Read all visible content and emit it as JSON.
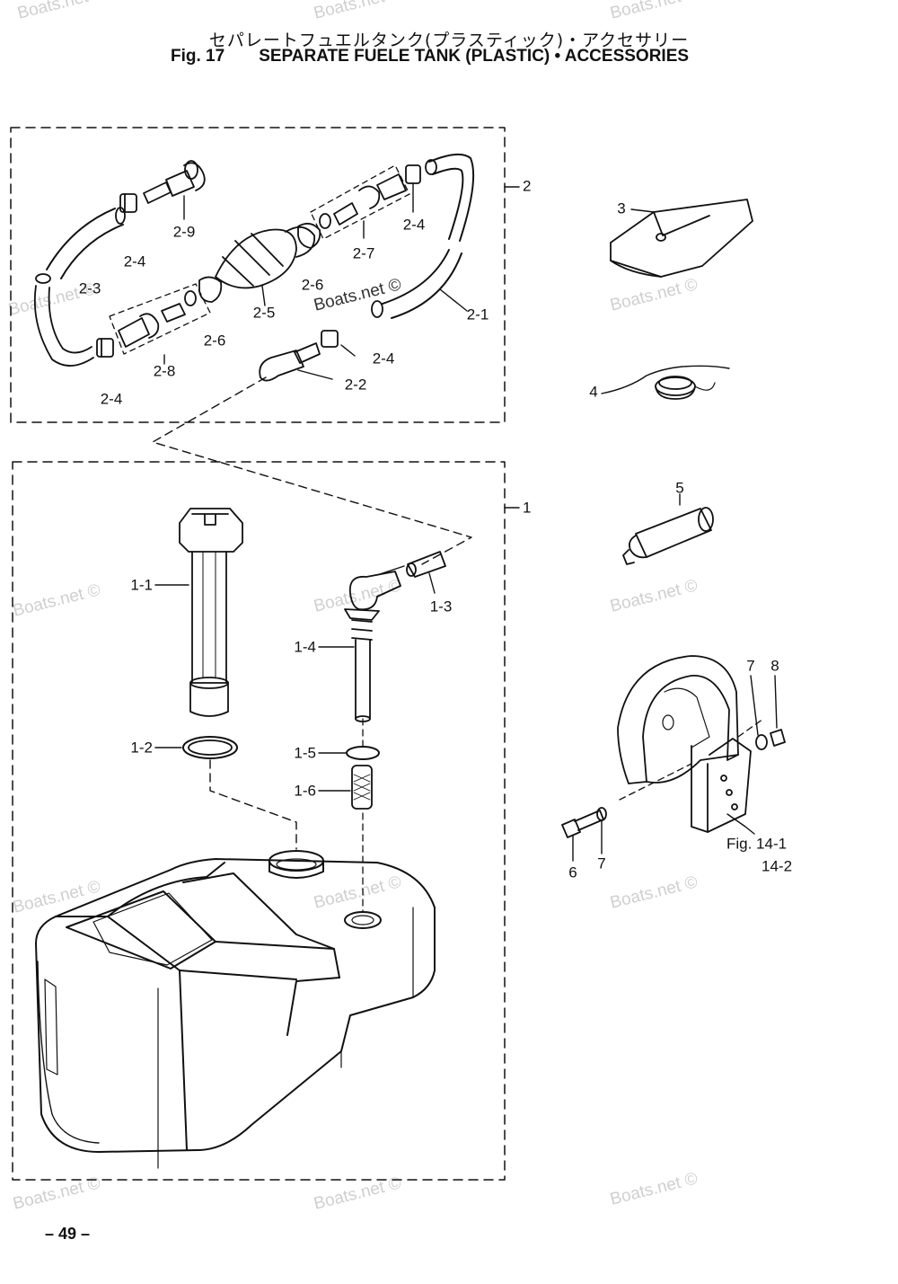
{
  "header": {
    "title_jp": "セパレートフュエルタンク(プラスティック)・アクセサリー",
    "fig_no": "Fig. 17",
    "title_en": "SEPARATE FUELE TANK (PLASTIC) • ACCESSORIES"
  },
  "callouts": {
    "c1": "1",
    "c2": "2",
    "c3": "3",
    "c4": "4",
    "c5": "5",
    "c6": "6",
    "c7a": "7",
    "c7b": "7",
    "c8": "8",
    "c1_1": "1-1",
    "c1_2": "1-2",
    "c1_3": "1-3",
    "c1_4": "1-4",
    "c1_5": "1-5",
    "c1_6": "1-6",
    "c2_1": "2-1",
    "c2_2": "2-2",
    "c2_3": "2-3",
    "c2_4a": "2-4",
    "c2_4b": "2-4",
    "c2_4c": "2-4",
    "c2_4d": "2-4",
    "c2_5": "2-5",
    "c2_6a": "2-6",
    "c2_6b": "2-6",
    "c2_7": "2-7",
    "c2_8": "2-8",
    "c2_9": "2-9",
    "ref_fig": "Fig. 14-1",
    "ref_142": "14-2"
  },
  "watermark": "Boats.net ©",
  "page_number": "– 49 –"
}
